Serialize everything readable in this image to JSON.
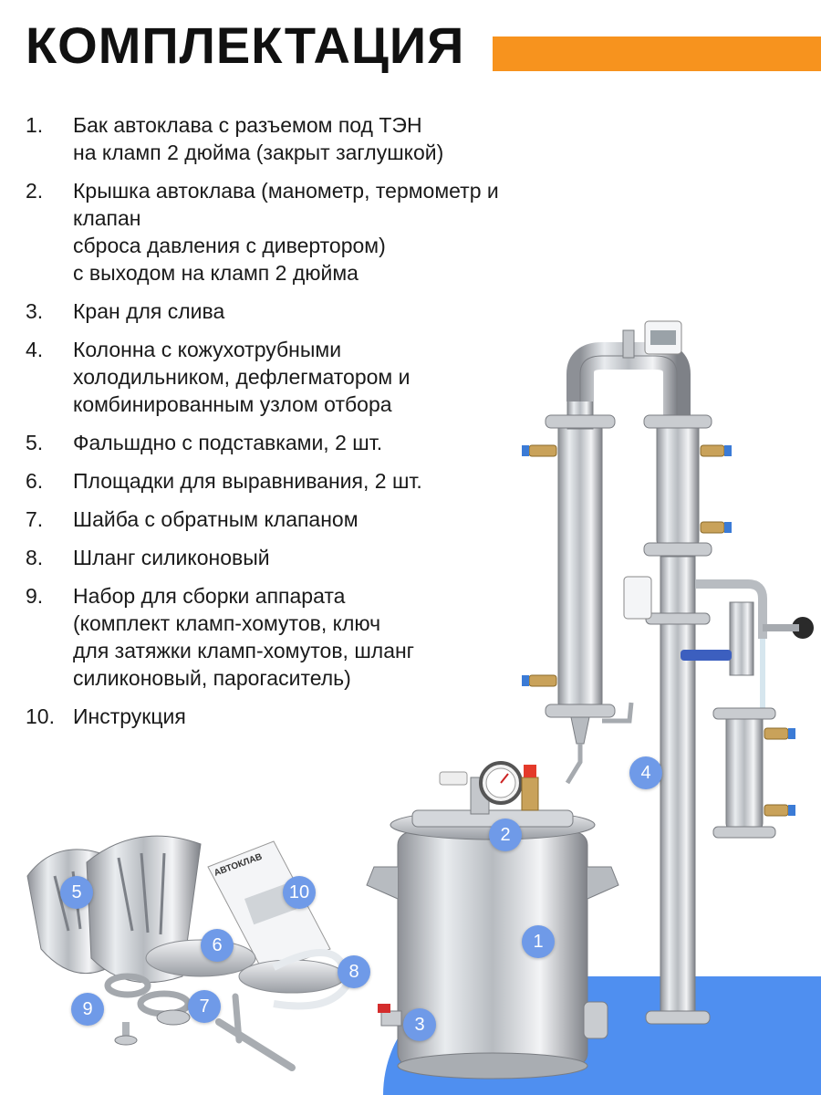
{
  "title": "КОМПЛЕКТАЦИЯ",
  "colors": {
    "accent": "#f7931e",
    "blue": "#4f8ff0",
    "badge": "#6f9ae8"
  },
  "items": [
    {
      "num": "1.",
      "text": "Бак автоклава с разъемом под ТЭН\nна кламп 2 дюйма (закрыт заглушкой)"
    },
    {
      "num": "2.",
      "text": "Крышка автоклава (манометр, термометр и клапан\nсброса давления с дивертором)\nс выходом на кламп 2 дюйма"
    },
    {
      "num": "3.",
      "text": "Кран для слива"
    },
    {
      "num": "4.",
      "text": "Колонна с кожухотрубными\nхолодильником, дефлегматором и\nкомбинированным узлом отбора"
    },
    {
      "num": "5.",
      "text": "Фальшдно с подставками, 2 шт."
    },
    {
      "num": "6.",
      "text": "Площадки для выравнивания, 2 шт."
    },
    {
      "num": "7.",
      "text": "Шайба с обратным клапаном"
    },
    {
      "num": "8.",
      "text": "Шланг силиконовый"
    },
    {
      "num": "9.",
      "text": "Набор для сборки аппарата\n(комплект кламп-хомутов, ключ\nдля затяжки кламп-хомутов, шланг\nсиликоновый, парогаситель)"
    },
    {
      "num": "10.",
      "text": "Инструкция"
    }
  ],
  "badges": [
    "1",
    "2",
    "3",
    "4",
    "5",
    "6",
    "7",
    "8",
    "9",
    "10"
  ],
  "manual_cover_text": "АВТОКЛАВ"
}
